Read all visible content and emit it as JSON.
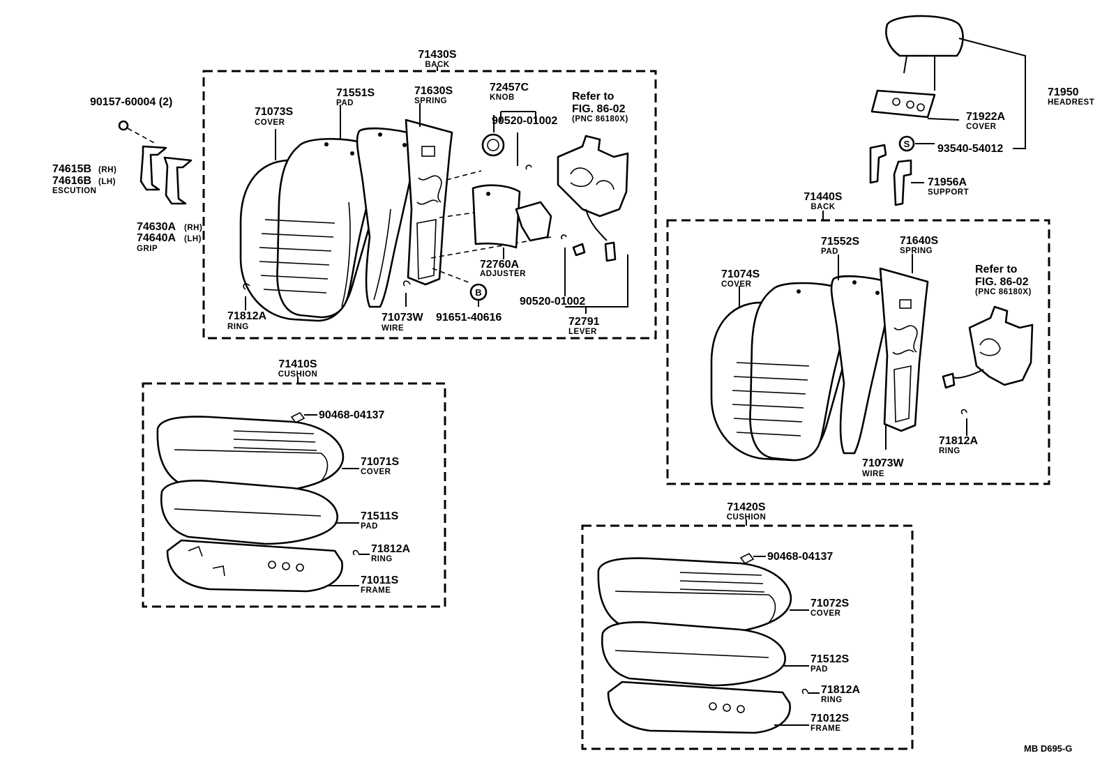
{
  "figure_code": "MB D695-G",
  "callouts": {
    "c71430s": {
      "num": "71430S",
      "sub": "BACK"
    },
    "c71551s": {
      "num": "71551S",
      "sub": "PAD"
    },
    "c71630s": {
      "num": "71630S",
      "sub": "SPRING"
    },
    "c72457c": {
      "num": "72457C",
      "sub": "KNOB"
    },
    "c_refer_left": {
      "line1": "Refer to",
      "line2": "FIG. 86-02",
      "line3": "(PNC 86180X)"
    },
    "c71073s": {
      "num": "71073S",
      "sub": "COVER"
    },
    "c90520a": {
      "num": "90520-01002"
    },
    "c72760a": {
      "num": "72760A",
      "sub": "ADJUSTER"
    },
    "c90520b": {
      "num": "90520-01002"
    },
    "c71812a_1": {
      "num": "71812A",
      "sub": "RING"
    },
    "c71073w_1": {
      "num": "71073W",
      "sub": "WIRE"
    },
    "c91651": {
      "num": "91651-40616"
    },
    "c72791": {
      "num": "72791",
      "sub": "LEVER"
    },
    "c90157": {
      "num": "90157-60004 (2)"
    },
    "c74615b": {
      "num": "74615B",
      "tag": "(RH)"
    },
    "c74616b": {
      "num": "74616B",
      "tag": "(LH)",
      "sub": "ESCUTION"
    },
    "c74630a": {
      "num": "74630A",
      "tag": "(RH)"
    },
    "c74640a": {
      "num": "74640A",
      "tag": "(LH)",
      "sub": "GRIP"
    },
    "c71950": {
      "num": "71950",
      "sub": "HEADREST"
    },
    "c71922a": {
      "num": "71922A",
      "sub": "COVER"
    },
    "c93540": {
      "num": "93540-54012"
    },
    "c71956a": {
      "num": "71956A",
      "sub": "SUPPORT"
    },
    "c71440s": {
      "num": "71440S",
      "sub": "BACK"
    },
    "c71552s": {
      "num": "71552S",
      "sub": "PAD"
    },
    "c71640s": {
      "num": "71640S",
      "sub": "SPRING"
    },
    "c_refer_right": {
      "line1": "Refer to",
      "line2": "FIG. 86-02",
      "line3": "(PNC 86180X)"
    },
    "c71074s": {
      "num": "71074S",
      "sub": "COVER"
    },
    "c71812a_2": {
      "num": "71812A",
      "sub": "RING"
    },
    "c71073w_2": {
      "num": "71073W",
      "sub": "WIRE"
    },
    "c71410s": {
      "num": "71410S",
      "sub": "CUSHION"
    },
    "c90468a": {
      "num": "90468-04137"
    },
    "c71071s": {
      "num": "71071S",
      "sub": "COVER"
    },
    "c71511s": {
      "num": "71511S",
      "sub": "PAD"
    },
    "c71812a_3": {
      "num": "71812A",
      "sub": "RING"
    },
    "c71011s": {
      "num": "71011S",
      "sub": "FRAME"
    },
    "c71420s": {
      "num": "71420S",
      "sub": "CUSHION"
    },
    "c90468b": {
      "num": "90468-04137"
    },
    "c71072s": {
      "num": "71072S",
      "sub": "COVER"
    },
    "c71512s": {
      "num": "71512S",
      "sub": "PAD"
    },
    "c71812a_4": {
      "num": "71812A",
      "sub": "RING"
    },
    "c71012s": {
      "num": "71012S",
      "sub": "FRAME"
    }
  },
  "markers": {
    "b": "B",
    "s": "S"
  }
}
